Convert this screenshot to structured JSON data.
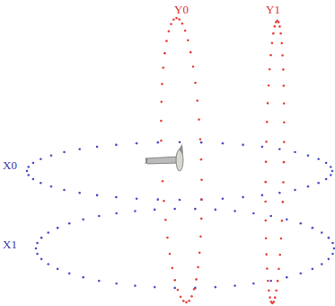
{
  "diagram": {
    "labels": [
      "Y0",
      "Y1",
      "X0",
      "X1"
    ]
  }
}
